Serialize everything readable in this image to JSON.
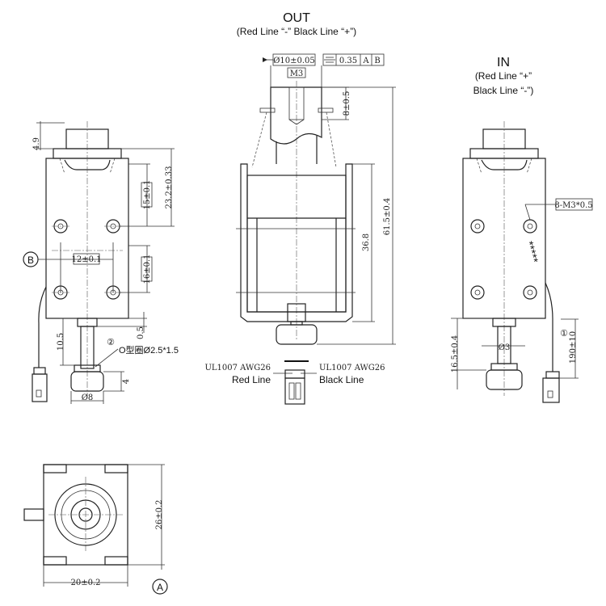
{
  "out_view": {
    "title": "OUT",
    "subtitle": "(Red Line “-” Black Line “+”)",
    "dim_shaft_diameter": "Ø10±0.05",
    "tolerance_value": "0.35",
    "datum_a": "A",
    "datum_b": "B",
    "dim_thread": "M3",
    "dim_thread_depth": "8±0.5",
    "dim_inner_height": "36.8",
    "dim_total_height": "61.5±0.4",
    "wire_left_spec": "UL1007  AWG26",
    "wire_left_color": "Red Line",
    "wire_right_spec": "UL1007  AWG26",
    "wire_right_color": "Black Line"
  },
  "in_view": {
    "title": "IN",
    "subtitle_line1": "(Red Line “+”",
    "subtitle_line2": "Black Line “-”)",
    "dim_mount_holes": "8-M3*0.5",
    "dim_plunger_dia": "Ø3",
    "dim_plunger_len": "16.5±0.4",
    "callout_1": "①",
    "dim_wire_len": "190±10",
    "stars": "*****"
  },
  "left_view": {
    "dim_top": "4.9",
    "dim_hole_spacing_v1": "15±0.1",
    "dim_overall_v": "23.2±0.33",
    "dim_hole_spacing_v2": "16±0.1",
    "dim_hole_spacing_h": "12±0.1",
    "datum_b_label": "B",
    "dim_shaft_len": "10.5",
    "dim_gap": "0.5",
    "callout_2": "②",
    "oring_label": "O型圈Ø2.5*1.5",
    "dim_cap_h": "4",
    "dim_cap_dia": "Ø8"
  },
  "bottom_view": {
    "dim_height": "26±0.2",
    "dim_width": "20±0.2",
    "datum_a_label": "A"
  }
}
